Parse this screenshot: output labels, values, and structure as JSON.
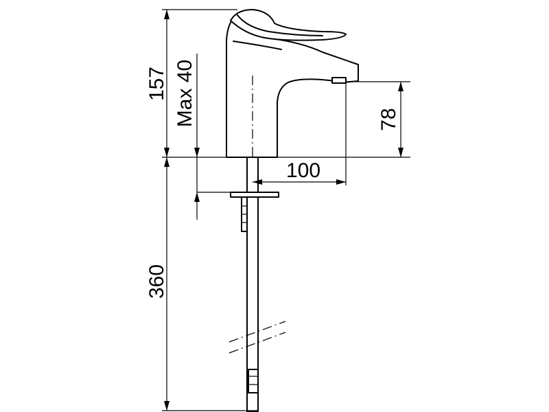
{
  "dimensions": {
    "total_height": "157",
    "max_thickness": "Max 40",
    "spout_height": "78",
    "spout_reach": "100",
    "hose_length": "360"
  }
}
